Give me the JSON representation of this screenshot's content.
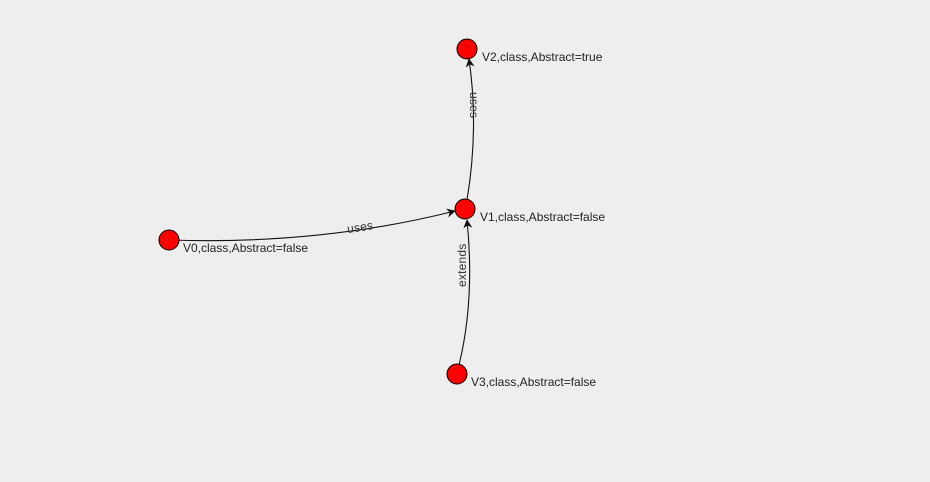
{
  "colors": {
    "background": "#eeeeee",
    "node_fill": "#ff0000",
    "node_stroke": "#000000",
    "edge": "#111111"
  },
  "graph": {
    "nodes": [
      {
        "id": "V0",
        "label": "V0,class,Abstract=false"
      },
      {
        "id": "V1",
        "label": "V1,class,Abstract=false"
      },
      {
        "id": "V2",
        "label": "V2,class,Abstract=true"
      },
      {
        "id": "V3",
        "label": "V3,class,Abstract=false"
      }
    ],
    "edges": [
      {
        "from": "V0",
        "to": "V1",
        "label": "uses"
      },
      {
        "from": "V1",
        "to": "V2",
        "label": "uses"
      },
      {
        "from": "V3",
        "to": "V1",
        "label": "extends"
      }
    ]
  }
}
